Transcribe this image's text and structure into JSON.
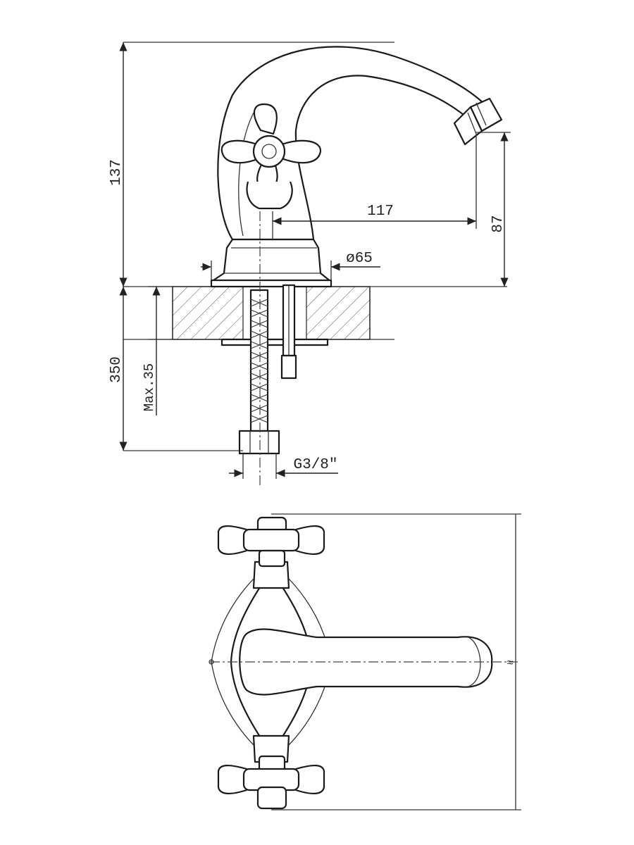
{
  "diagram": {
    "side_view": {
      "dimensions": {
        "height": "137",
        "spout_reach": "117",
        "spout_height": "87",
        "base_diameter": "ø65",
        "hose_length": "350",
        "max_thickness": "Max.35",
        "thread": "G3/8\""
      }
    },
    "top_view": {
      "dimensions": {
        "width_marker": "≈"
      }
    },
    "colors": {
      "line": "#222222",
      "background": "#ffffff"
    }
  }
}
